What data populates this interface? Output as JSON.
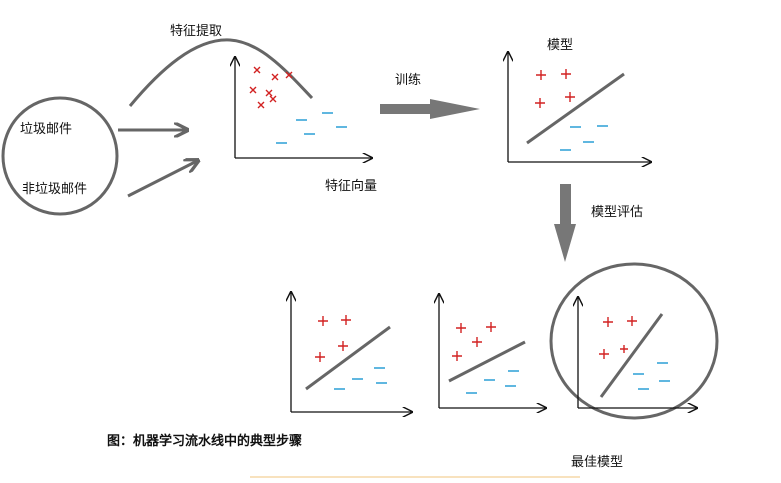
{
  "labels": {
    "feature_extraction": "特征提取",
    "spam": "垃圾邮件",
    "non_spam": "非垃圾邮件",
    "training": "训练",
    "model": "模型",
    "feature_vector": "特征向量",
    "model_evaluation": "模型评估",
    "best_model": "最佳模型",
    "caption": "图：机器学习流水线中的典型步骤"
  },
  "colors": {
    "stroke": "#666666",
    "axis": "#111111",
    "plus_marks": "#d22222",
    "dash_marks": "#2a9fd6",
    "highlight_line": "#f6d9a8"
  }
}
